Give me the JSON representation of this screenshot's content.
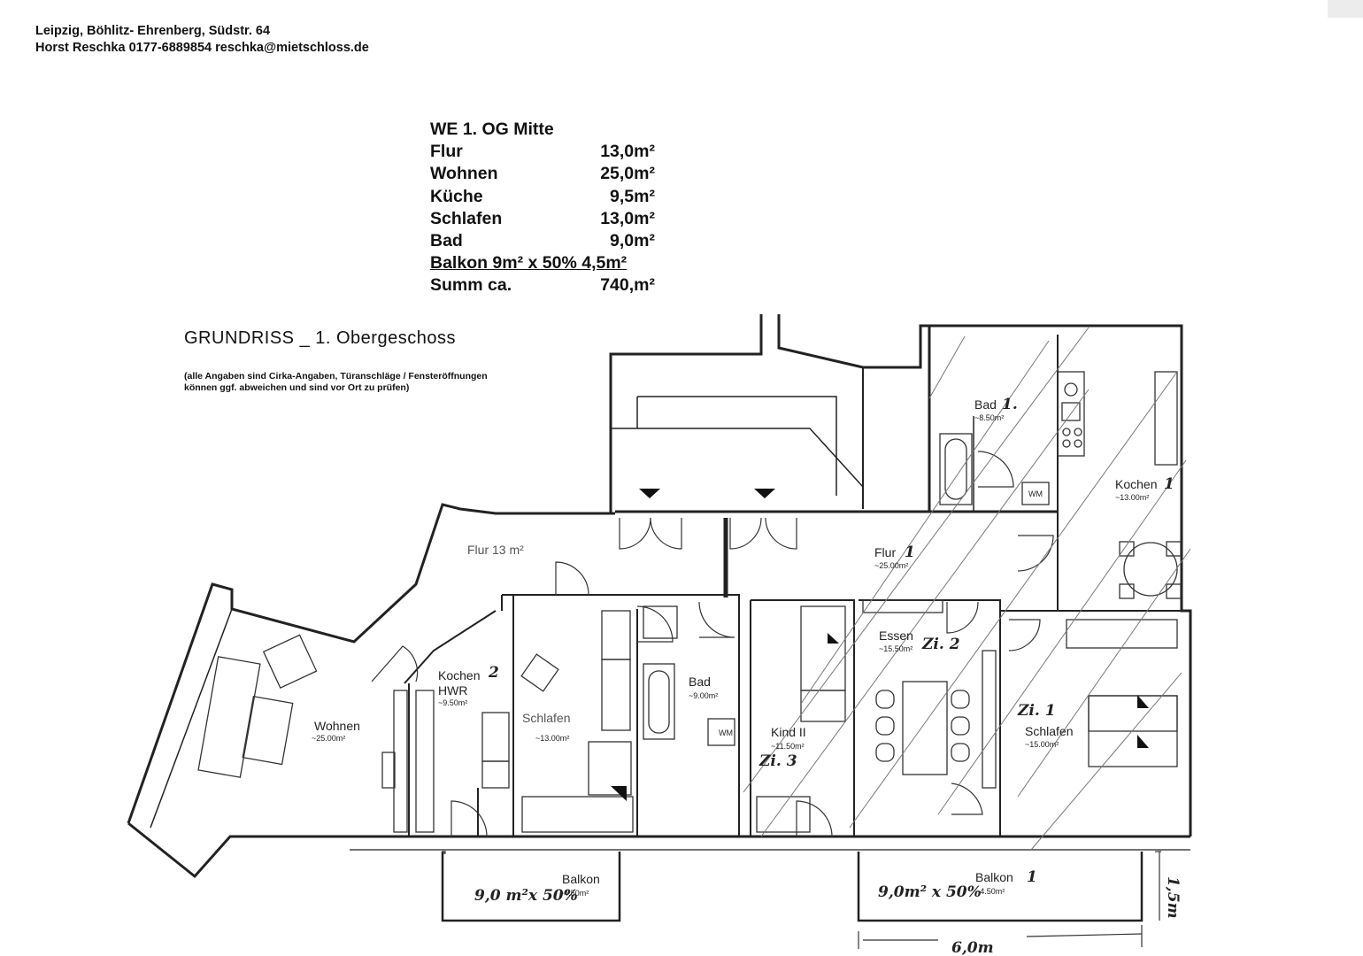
{
  "header": {
    "address": "Leipzig, Böhlitz- Ehrenberg, Südstr. 64",
    "contact": "Horst Reschka 0177-6889854 reschka@mietschloss.de"
  },
  "areas": {
    "title": "WE 1. OG Mitte",
    "rows": [
      {
        "label": "Flur",
        "value": "13,0m²"
      },
      {
        "label": "Wohnen",
        "value": "25,0m²"
      },
      {
        "label": "Küche",
        "value": "9,5m²"
      },
      {
        "label": "Schlafen",
        "value": "13,0m²"
      },
      {
        "label": "Bad",
        "value": "9,0m²"
      }
    ],
    "balcony": "Balkon 9m² x 50%  4,5m²",
    "sum_label": "Summ ca.",
    "sum_value": "740,m²"
  },
  "plan": {
    "title": "GRUNDRISS _ 1. Obergeschoss",
    "note_line1": "(alle Angaben sind Cirka-Angaben, Türanschläge / Fensteröffnungen",
    "note_line2": "können ggf. abweichen und sind vor Ort zu prüfen)",
    "rooms": {
      "flur13": "Flur 13 m²",
      "wohnen": "Wohnen",
      "wohnen_area": "~25.00m²",
      "kochen2": "Kochen",
      "kochen2_hand": "2",
      "hwr": "HWR",
      "kochen2_area": "~9.50m²",
      "schlafen": "Schlafen",
      "schlafen_area": "~13.00m²",
      "bad": "Bad",
      "bad_area": "~9.00m²",
      "wm": "WM",
      "kind": "Kind  II",
      "kind_area": "~11.50m²",
      "kind_hand": "Zi. 3",
      "essen": "Essen",
      "essen_area": "~15.50m²",
      "essen_hand": "Zi. 2",
      "schlafen1": "Schlafen",
      "schlafen1_area": "~15.00m²",
      "schlafen1_hand": "Zi. 1",
      "flur1": "Flur",
      "flur1_hand": "1",
      "flur1_area": "~25.00m²",
      "bad1": "Bad",
      "bad1_hand": "1.",
      "bad1_area": "~8.50m²",
      "wm1": "WM",
      "kochen1": "Kochen",
      "kochen1_hand": "1",
      "kochen1_area": "~13.00m²",
      "balkon": "Balkon",
      "balkon_area": "~4.50m²",
      "balkon_hand": "9,0 m²x 50%",
      "balkon1": "Balkon",
      "balkon1_hand_num": "1",
      "balkon1_area": "~4.50m²",
      "balkon1_hand": "9,0m² x 50%",
      "dim_width": "6,0m",
      "dim_depth": "1,5m"
    }
  }
}
